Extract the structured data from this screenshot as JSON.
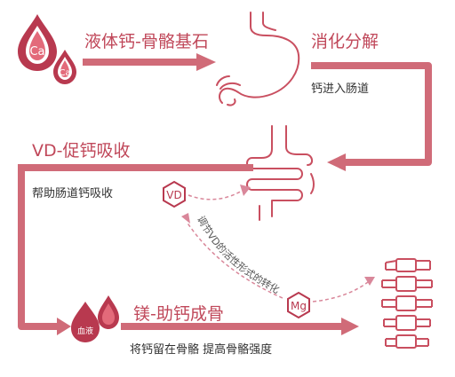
{
  "colors": {
    "accent": "#c0485a",
    "arrow": "#d06b78",
    "drop": "#b8394f",
    "drop_light": "#e36a7a",
    "organ": "#c94f60",
    "text": "#333333"
  },
  "icons": {
    "calcium_drops": "blood-drop-icon",
    "stomach": "stomach-icon",
    "intestine": "intestine-icon",
    "vitamin_d": "hexagon-badge-icon",
    "magnesium": "hexagon-badge-icon",
    "blood_drops": "blood-drop-icon",
    "bones": "spine-bones-icon"
  },
  "drops_top": {
    "big_label": "Ca",
    "small_label": "Ca"
  },
  "step1": {
    "title": "液体钙-骨骼基石"
  },
  "step2": {
    "title": "消化分解",
    "subtitle": "钙进入肠道"
  },
  "step3": {
    "title": "VD-促钙吸收",
    "subtitle": "帮助肠道钙吸收",
    "badge": "VD"
  },
  "step4": {
    "title": "镁-助钙成骨",
    "subtitle": "将钙留在骨骼 提高骨骼强度",
    "badge": "Mg",
    "drop_label": "血液"
  },
  "curve_note": "调节VD的活性形式的转化"
}
